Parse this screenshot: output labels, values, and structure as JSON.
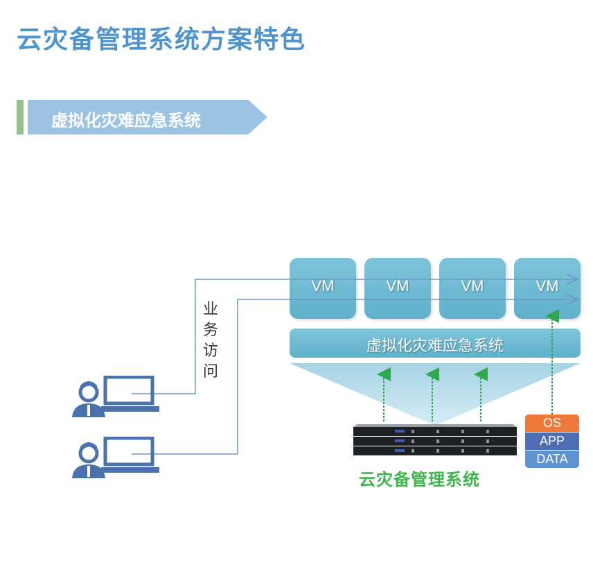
{
  "page": {
    "title": "云灾备管理系统方案特色"
  },
  "section": {
    "title": "虚拟化灾难应急系统"
  },
  "diagram": {
    "vms": [
      {
        "label": "VM"
      },
      {
        "label": "VM"
      },
      {
        "label": "VM"
      },
      {
        "label": "VM"
      }
    ],
    "dr_layer_label": "虚拟化灾难应急系统",
    "access_label": [
      "业",
      "务",
      "访",
      "问"
    ],
    "stack": {
      "os": "OS",
      "app": "APP",
      "data": "DATA"
    },
    "system_label": "云灾备管理系统",
    "users": [
      {
        "icon": "user-computer-icon"
      },
      {
        "icon": "user-computer-icon"
      }
    ],
    "colors": {
      "title_blue": "#4f94cd",
      "vm_teal": "#6ab8cf",
      "os_orange": "#f0783a",
      "app_blue": "#4e6db3",
      "data_blue": "#5f93cf",
      "arrow_green": "#2fa84f",
      "system_label_green": "#3db54a",
      "line_blue": "#6f95c9"
    }
  }
}
